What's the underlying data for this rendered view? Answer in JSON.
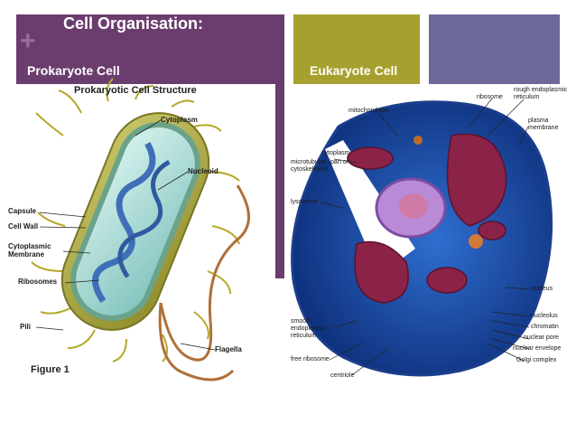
{
  "slide": {
    "title": "Cell Organisation:",
    "plus_symbol": "+",
    "left_label": "Prokaryote Cell",
    "right_label": "Eukaryote Cell"
  },
  "prokaryote_figure": {
    "title": "Prokaryotic Cell Structure",
    "caption": "Figure 1",
    "labels": {
      "cytoplasm": "Cytoplasm",
      "nucleoid": "Nucleoid",
      "capsule": "Capsule",
      "cell_wall": "Cell Wall",
      "cytoplasmic_membrane": "Cytoplasmic Membrane",
      "ribosomes": "Ribosomes",
      "pili": "Pili",
      "flagella": "Flagella"
    }
  },
  "eukaryote_figure": {
    "labels": {
      "ribosome": "ribosome",
      "rough_er": "rough endoplasmic reticulum",
      "mitochondrion": "mitochondrion",
      "plasma_membrane": "plasma membrane",
      "cytoplasm": "cytoplasm",
      "microtubules": "microtubules (part of cytoskeleton)",
      "lysosome": "lysosome",
      "nucleus": "nucleus",
      "nucleolus": "nucleolus",
      "chromatin": "chromatin",
      "nuclear_pore": "nuclear pore",
      "nuclear_envelope": "nuclear envelope",
      "golgi": "Golgi complex",
      "smooth_er": "smooth endoplasmic reticulum",
      "free_ribosome": "free ribosome",
      "centriole": "centriole"
    }
  },
  "colors": {
    "purple": "#6b3d6e",
    "olive": "#a7a02f",
    "slate": "#6d6a9a"
  }
}
